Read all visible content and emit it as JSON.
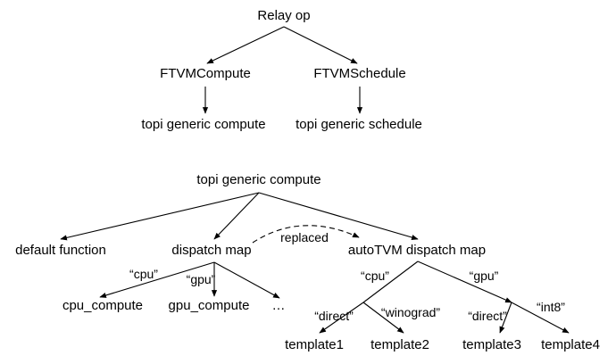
{
  "nodes": {
    "relay_op": "Relay op",
    "ftvm_compute": "FTVMCompute",
    "ftvm_schedule": "FTVMSchedule",
    "topi_generic_compute_top": "topi generic compute",
    "topi_generic_schedule": "topi generic schedule",
    "topi_generic_compute": "topi generic compute",
    "default_function": "default function",
    "dispatch_map": "dispatch map",
    "autotvm_dispatch_map": "autoTVM dispatch map",
    "cpu_compute": "cpu_compute",
    "gpu_compute": "gpu_compute",
    "ellipsis": "…",
    "template1": "template1",
    "template2": "template2",
    "template3": "template3",
    "template4": "template4"
  },
  "edge_labels": {
    "replaced": "replaced",
    "cpu_left": "“cpu”",
    "gpu_left": "“gpu”",
    "cpu_right": "“cpu”",
    "gpu_right": "“gpu”",
    "direct_left": "“direct”",
    "winograd": "“winograd”",
    "direct_right": "“direct”",
    "int8": "“int8”"
  },
  "colors": {
    "line": "#000000",
    "text": "#000000",
    "background": "#ffffff"
  }
}
